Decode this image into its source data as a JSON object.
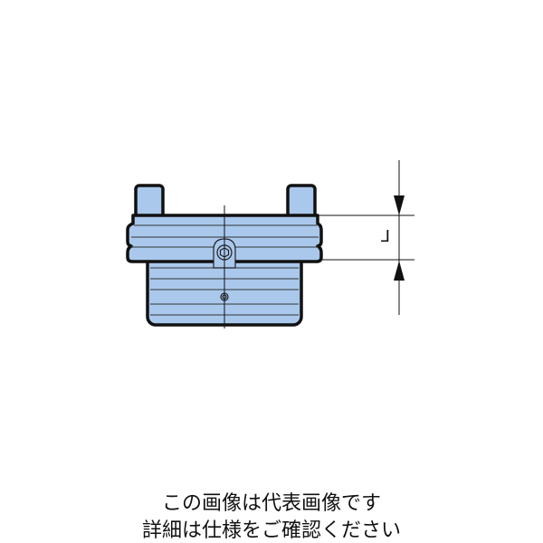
{
  "diagram": {
    "dimension_label": "L",
    "fill_color": "#a9c8ec",
    "outline_color": "#111111"
  },
  "caption": {
    "line1": "この画像は代表画像です",
    "line2": "詳細は仕様をご確認ください"
  }
}
